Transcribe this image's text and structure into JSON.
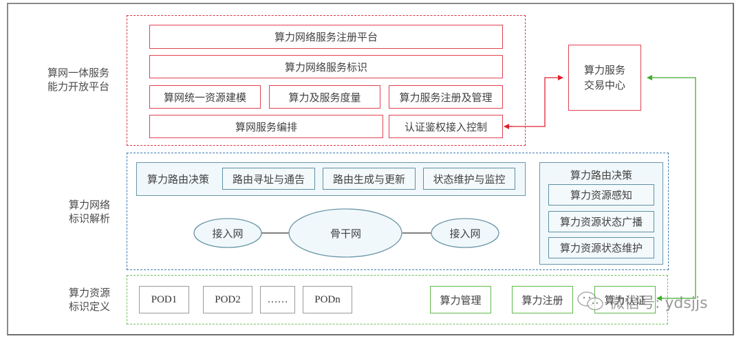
{
  "diagram": {
    "layers": {
      "platform": {
        "label": "算网一体服务\n能力开放平台",
        "label_line1": "算网一体服务",
        "label_line2": "能力开放平台",
        "row1": "算力网络服务注册平台",
        "row2": "算力网络服务标识",
        "row3": [
          "算网统一资源建模",
          "算力及服务度量",
          "算力服务注册及管理"
        ],
        "row4": [
          "算网服务编排",
          "认证鉴权接入控制"
        ]
      },
      "resolution": {
        "label_line1": "算力网络",
        "label_line2": "标识解析",
        "routing_panel": {
          "title": "算力路由决策",
          "items": [
            "路由寻址与通告",
            "路由生成与更新",
            "状态维护与监控"
          ]
        },
        "networks": {
          "left": "接入网",
          "center": "骨干网",
          "right": "接入网"
        },
        "side_panel": {
          "title": "算力路由决策",
          "items": [
            "算力资源感知",
            "算力资源状态广播",
            "算力资源状态维护"
          ]
        }
      },
      "resource": {
        "label_line1": "算力资源",
        "label_line2": "标识定义",
        "pods": [
          "POD1",
          "POD2",
          "……",
          "PODn"
        ],
        "functions": [
          "算力管理",
          "算力注册",
          "算力认证"
        ]
      }
    },
    "trade_center": {
      "line1": "算力服务",
      "line2": "交易中心"
    },
    "connectors": [
      {
        "from": "认证鉴权接入控制",
        "to": "算力服务交易中心",
        "color": "#e0202e",
        "bidirectional": true
      },
      {
        "from": "算力认证",
        "to": "算力服务交易中心",
        "color": "#3fae2a",
        "bidirectional": true
      }
    ],
    "colors": {
      "platform": "#e0414f",
      "resolution": "#3a78b0",
      "resource": "#5cb84a"
    }
  },
  "watermark": {
    "text": "微信号: ydsjjs"
  }
}
